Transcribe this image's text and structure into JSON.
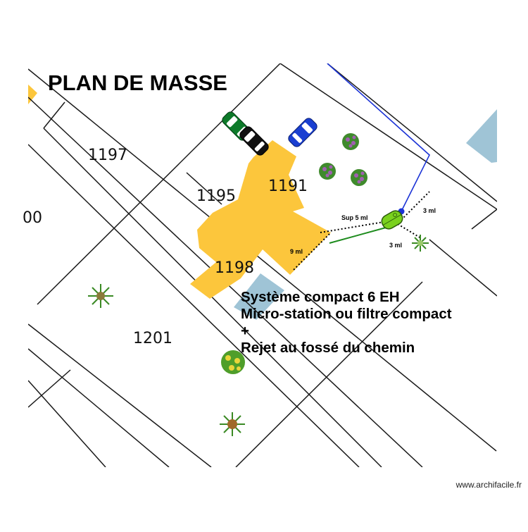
{
  "title": "PLAN DE MASSE",
  "parcels": [
    {
      "id": "p1197",
      "label": "1197"
    },
    {
      "id": "p1195",
      "label": "1195"
    },
    {
      "id": "p1191",
      "label": "1191"
    },
    {
      "id": "p1198",
      "label": "1198"
    },
    {
      "id": "p1201",
      "label": "1201"
    },
    {
      "id": "p00",
      "label": "00"
    }
  ],
  "notes": [
    "Système compact 6 EH",
    "Micro-station ou filtre compact",
    "+",
    "Rejet au fossé du chemin"
  ],
  "dimensions": {
    "sup": "Sup 5 ml",
    "nine": "9 ml",
    "three_a": "3 ml",
    "three_b": "3 ml"
  },
  "credit": "www.archifacile.fr",
  "colors": {
    "building": "#fcc63c",
    "water": "#9fc4d6",
    "pipe": "#1b33d6",
    "drain": "#1e8c1e",
    "unit": "#7ad11e",
    "car_green": "#0d7a2a",
    "car_black": "#111111",
    "car_blue": "#1a3fd1"
  },
  "icons": [
    "car-green-icon",
    "car-black-icon",
    "car-blue-icon",
    "shrub-icon",
    "tree-icon"
  ]
}
